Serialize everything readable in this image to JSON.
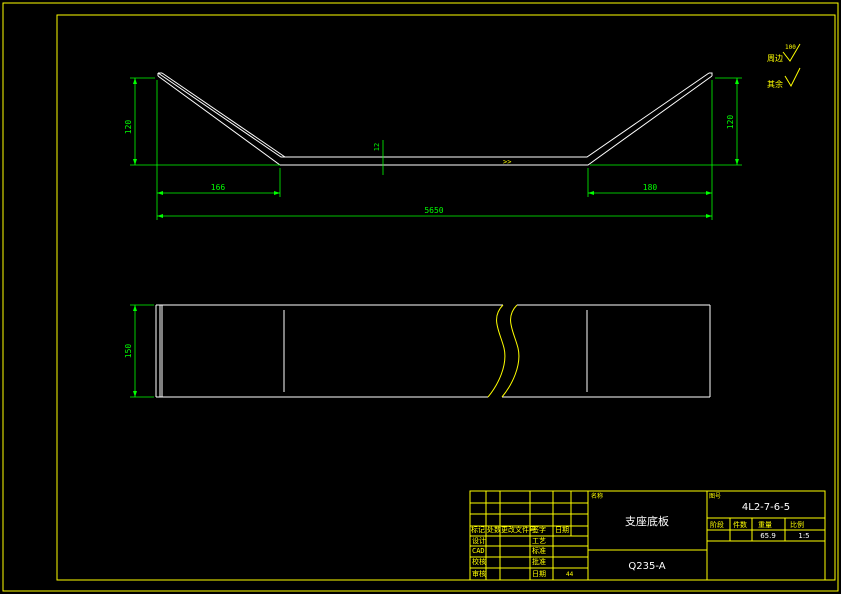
{
  "dimensions": {
    "left_height": "120",
    "right_height": "120",
    "thickness": "12",
    "left_horizontal": "166",
    "right_horizontal": "180",
    "overall_length": "5650",
    "plate_width": "150"
  },
  "finish_marks": {
    "rest_label": "周边",
    "rest_value": "100",
    "other_label": "其余"
  },
  "title_block": {
    "part_name_label": "名称",
    "part_name": "支座底板",
    "material": "Q235-A",
    "code_label": "图号",
    "drawing_number": "4L2-7-6-5",
    "stage_label": "阶段",
    "count_label": "件数",
    "weight_label": "重量",
    "scale_label": "比例",
    "weight_value": "65.9",
    "scale_value": "1:5",
    "rev_headers": [
      "标记",
      "处数",
      "更改文件号",
      "签字",
      "日期"
    ],
    "design": "设计",
    "drawing": "CAD",
    "check": "校核",
    "approve": "审核",
    "process": "工艺",
    "standard": "标准",
    "review": "批准",
    "date": "日期",
    "sheet": "44"
  }
}
